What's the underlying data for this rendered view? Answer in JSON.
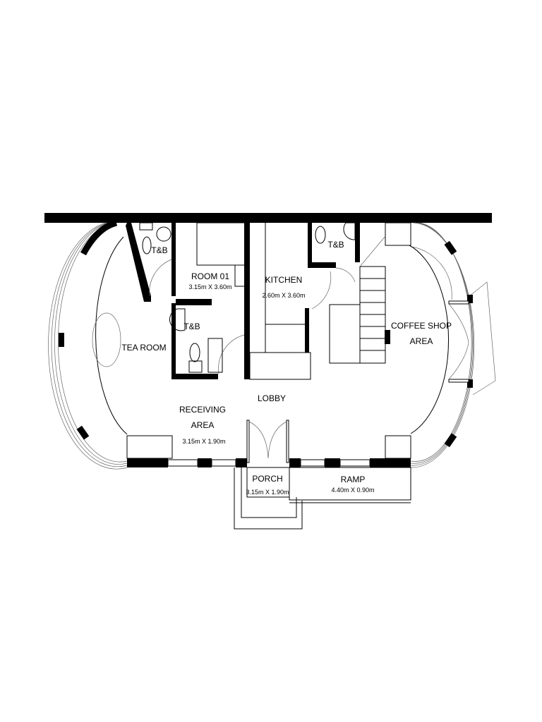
{
  "plan": {
    "rooms": {
      "tb_top": "T&B",
      "room01": "ROOM 01",
      "room01_dim": "3.15m X 3.60m",
      "kitchen": "KITCHEN",
      "kitchen_dim": "2.60m X 3.60m",
      "tb_room01": "T&B",
      "tb_kitchen": "T&B",
      "tea_room": "TEA ROOM",
      "coffee_shop_1": "COFFEE SHOP",
      "coffee_shop_2": "AREA",
      "lobby": "LOBBY",
      "receiving_1": "RECEIVING",
      "receiving_2": "AREA",
      "receiving_dim": "3.15m X 1.90m",
      "porch": "PORCH",
      "porch_dim": "3.15m X 1.90m",
      "ramp": "RAMP",
      "ramp_dim": "4.40m X 0.90m"
    }
  }
}
